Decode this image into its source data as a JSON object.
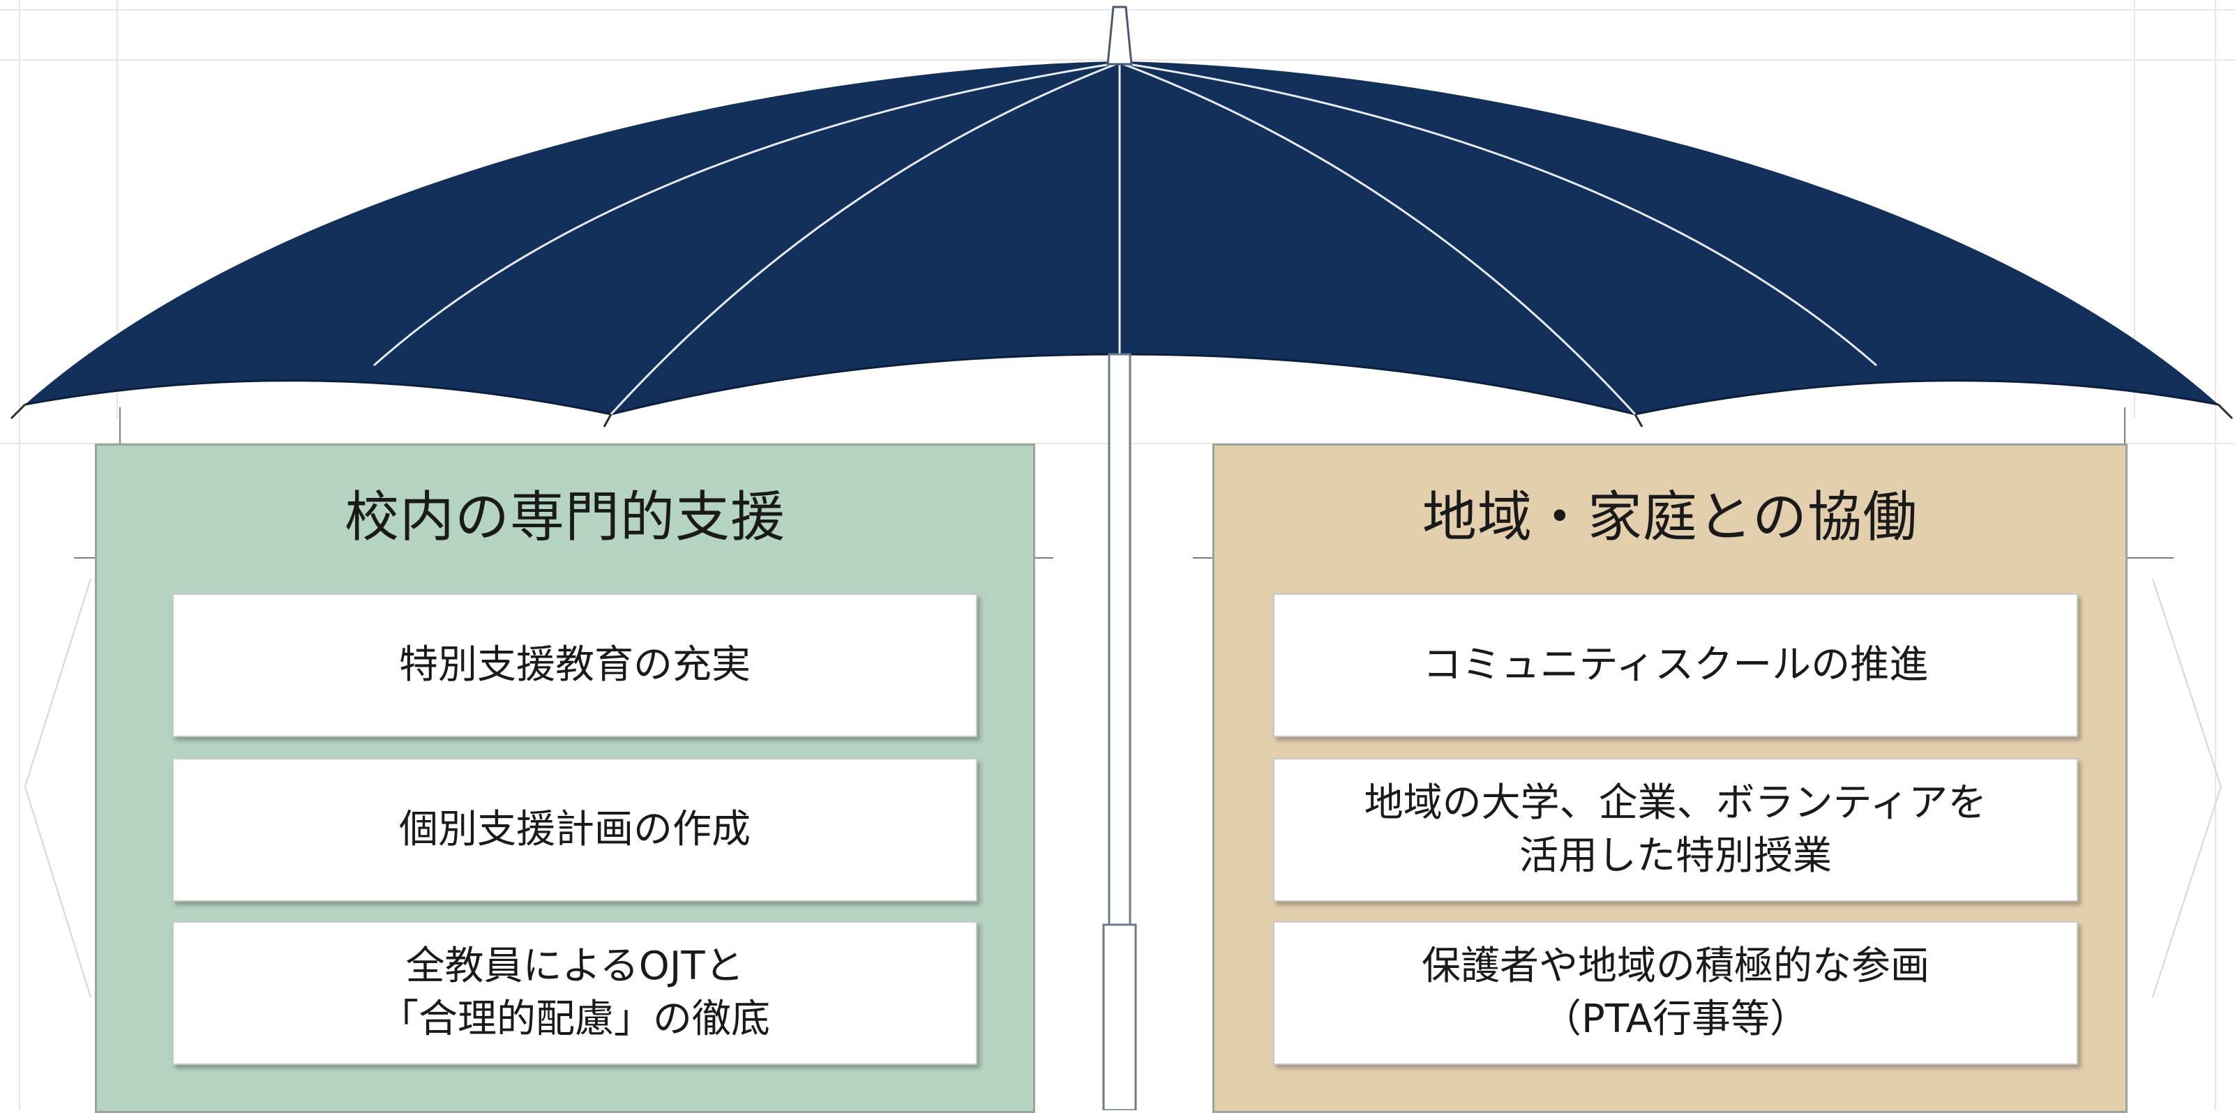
{
  "colors": {
    "canopy": "#13305a",
    "left_panel": "#b5d3c1",
    "right_panel": "#e3cfae",
    "card": "#ffffff"
  },
  "left_panel": {
    "title": "校内の専門的支援",
    "items": [
      "特別支援教育の充実",
      "個別支援計画の作成",
      "全教員によるOJTと\n「合理的配慮」の徹底"
    ]
  },
  "right_panel": {
    "title": "地域・家庭との協働",
    "items": [
      "コミュニティスクールの推進",
      "地域の大学、企業、ボランティアを\n活用した特別授業",
      "保護者や地域の積極的な参画\n（PTA行事等）"
    ]
  }
}
